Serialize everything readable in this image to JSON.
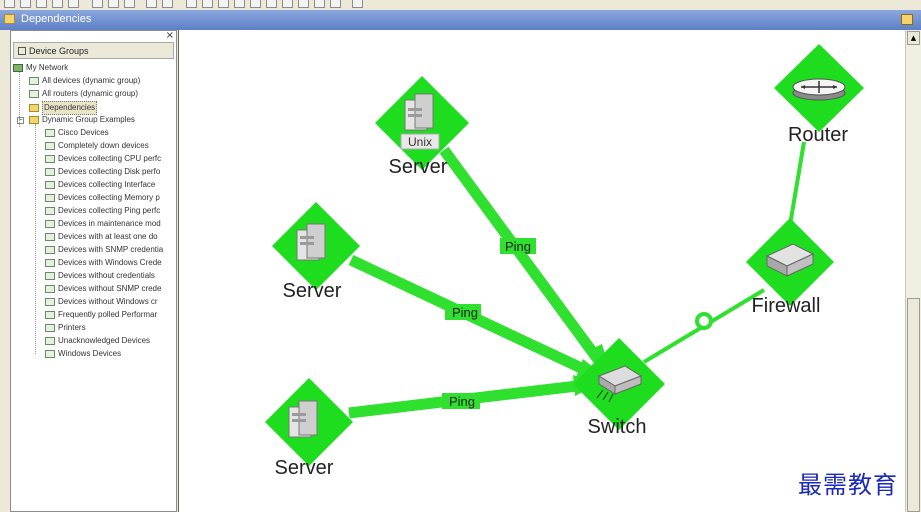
{
  "window": {
    "title": "Dependencies"
  },
  "left_panel": {
    "header": "Device Groups",
    "tree": [
      {
        "label": "My Network",
        "level": 0,
        "icon": "network-icon"
      },
      {
        "label": "All devices (dynamic group)",
        "level": 1,
        "icon": "group-icon"
      },
      {
        "label": "All routers (dynamic group)",
        "level": 1,
        "icon": "group-icon"
      },
      {
        "label": "Dependencies",
        "level": 1,
        "icon": "folder-icon",
        "selected": true
      },
      {
        "label": "Dynamic Group Examples",
        "level": 1,
        "icon": "folder-icon",
        "expander": "−"
      },
      {
        "label": "Cisco Devices",
        "level": 2,
        "icon": "group-icon"
      },
      {
        "label": "Completely down devices",
        "level": 2,
        "icon": "group-icon"
      },
      {
        "label": "Devices collecting CPU perfc",
        "level": 2,
        "icon": "group-icon"
      },
      {
        "label": "Devices collecting Disk perfo",
        "level": 2,
        "icon": "group-icon"
      },
      {
        "label": "Devices collecting Interface",
        "level": 2,
        "icon": "group-icon"
      },
      {
        "label": "Devices collecting Memory p",
        "level": 2,
        "icon": "group-icon"
      },
      {
        "label": "Devices collecting Ping perfc",
        "level": 2,
        "icon": "group-icon"
      },
      {
        "label": "Devices in maintenance mod",
        "level": 2,
        "icon": "group-icon"
      },
      {
        "label": "Devices with at least one do",
        "level": 2,
        "icon": "group-icon"
      },
      {
        "label": "Devices with SNMP credentia",
        "level": 2,
        "icon": "group-icon"
      },
      {
        "label": "Devices with Windows Crede",
        "level": 2,
        "icon": "group-icon"
      },
      {
        "label": "Devices without credentials",
        "level": 2,
        "icon": "group-icon"
      },
      {
        "label": "Devices without SNMP crede",
        "level": 2,
        "icon": "group-icon"
      },
      {
        "label": "Devices without Windows cr",
        "level": 2,
        "icon": "group-icon"
      },
      {
        "label": "Frequently polled Performar",
        "level": 2,
        "icon": "group-icon"
      },
      {
        "label": "Printers",
        "level": 2,
        "icon": "group-icon"
      },
      {
        "label": "Unacknowledged Devices",
        "level": 2,
        "icon": "group-icon"
      },
      {
        "label": "Windows Devices",
        "level": 2,
        "icon": "group-icon"
      }
    ]
  },
  "map": {
    "nodes": {
      "unix_server": {
        "label": "Server",
        "badge": "Unix",
        "icon": "server-icon"
      },
      "server_mid": {
        "label": "Server",
        "icon": "server-icon"
      },
      "server_low": {
        "label": "Server",
        "icon": "server-icon"
      },
      "switch": {
        "label": "Switch",
        "icon": "switch-icon"
      },
      "firewall": {
        "label": "Firewall",
        "icon": "firewall-icon"
      },
      "router": {
        "label": "Router",
        "icon": "router-icon"
      }
    },
    "links": {
      "unix_to_switch": "Ping",
      "mid_to_switch": "Ping",
      "low_to_switch": "Ping"
    },
    "colors": {
      "node_green": "#1edc1e",
      "link_green": "#2fe02f"
    }
  },
  "watermark": "最需教育"
}
